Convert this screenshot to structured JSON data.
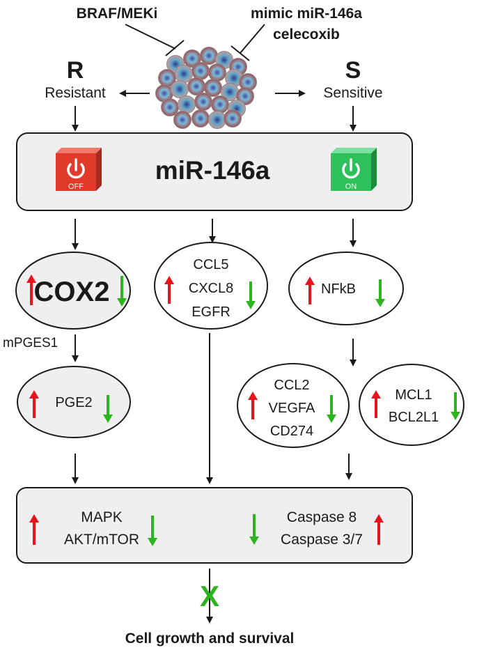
{
  "top": {
    "inhibitor_left": "BRAF/MEKi",
    "inhibitor_right_line1": "mimic miR-146a",
    "inhibitor_right_line2": "celecoxib"
  },
  "resistant": {
    "letter": "R",
    "label": "Resistant"
  },
  "sensitive": {
    "letter": "S",
    "label": "Sensitive"
  },
  "mirna_box": {
    "title": "miR-146a",
    "switch_off_label": "OFF",
    "switch_on_label": "ON",
    "switch_off_color": "#e23a2a",
    "switch_on_color": "#2ec05a"
  },
  "nodes": {
    "cox2": {
      "label": "COX2"
    },
    "ccl5_group": {
      "line1": "CCL5",
      "line2": "CXCL8",
      "line3": "EGFR"
    },
    "nfkb": {
      "label": "NFkB"
    },
    "mpges1": {
      "label": "mPGES1"
    },
    "pge2": {
      "label": "PGE2"
    },
    "ccl2_group": {
      "line1": "CCL2",
      "line2": "VEGFA",
      "line3": "CD274"
    },
    "mcl1_group": {
      "line1": "MCL1",
      "line2": "BCL2L1"
    }
  },
  "bottom_box": {
    "left_line1": "MAPK",
    "left_line2": "AKT/mTOR",
    "right_line1": "Caspase 8",
    "right_line2": "Caspase 3/7"
  },
  "blocked_mark": "X",
  "outcome": "Cell growth and survival",
  "colors": {
    "up_arrow": "#e8141c",
    "down_arrow": "#2db51f",
    "box_fill": "#efefef",
    "stroke": "#1a1a1a"
  }
}
